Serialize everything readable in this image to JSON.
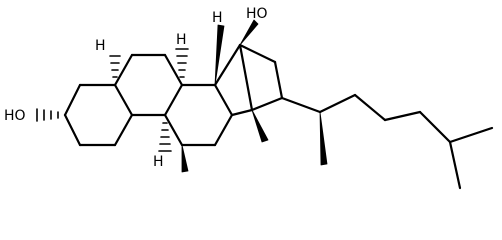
{
  "labels": {
    "oh_3": "HO",
    "oh_15": "HO",
    "h_5": "H",
    "h_8": "H",
    "h_9": "H",
    "h_14": "H"
  },
  "colors": {
    "ink": "#000000",
    "background": "#ffffff"
  }
}
